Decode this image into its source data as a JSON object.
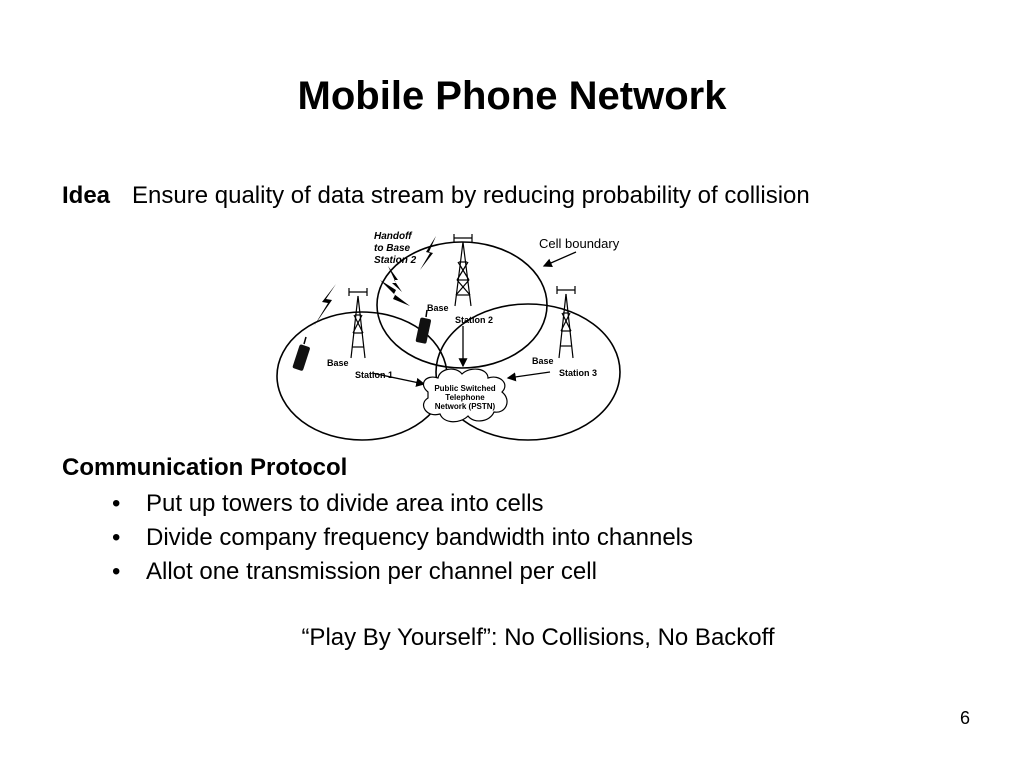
{
  "slide": {
    "title": "Mobile Phone Network",
    "idea": {
      "label": "Idea",
      "text": "Ensure quality of data stream by reducing probability of collision"
    },
    "diagram": {
      "handoff_line1": "Handoff",
      "handoff_line2": "to Base",
      "handoff_line3": "Station 2",
      "cell_boundary": "Cell boundary",
      "bs1_line1": "Base",
      "bs1_line2": "Station 1",
      "bs2_line1": "Base",
      "bs2_line2": "Station 2",
      "bs3_line1": "Base",
      "bs3_line2": "Station 3",
      "pstn_line1": "Public Switched",
      "pstn_line2": "Telephone",
      "pstn_line3": "Network (PSTN)"
    },
    "protocol": {
      "heading": "Communication Protocol",
      "bullet_glyph": "•",
      "items": [
        "Put up towers to divide area into cells",
        "Divide company frequency bandwidth into channels",
        "Allot one transmission per channel per cell"
      ]
    },
    "motto": "“Play By Yourself”: No Collisions, No Backoff",
    "page_number": "6"
  }
}
